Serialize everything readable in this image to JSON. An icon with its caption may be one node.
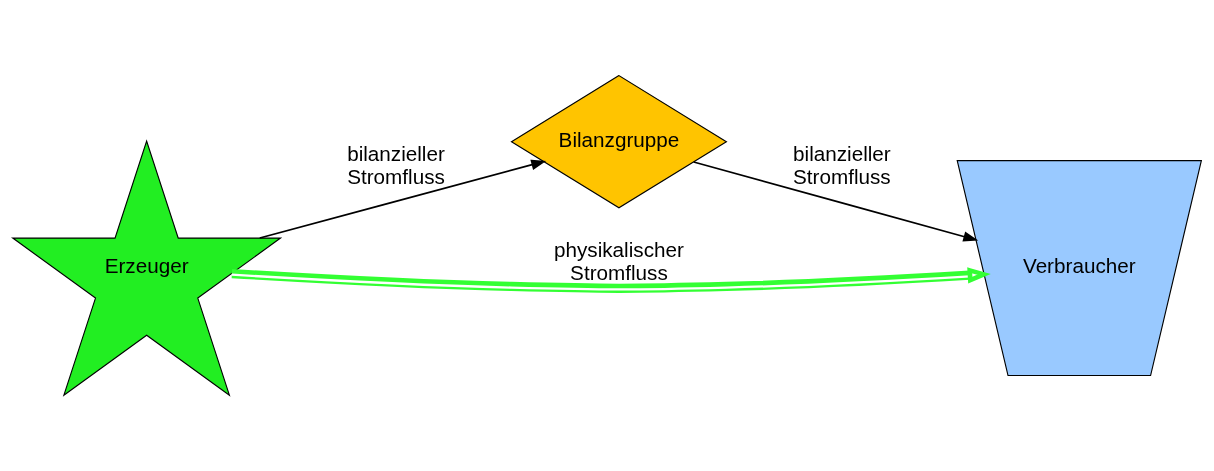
{
  "diagram": {
    "nodes": [
      {
        "text": [
          "Erzeuger"
        ]
      },
      {
        "text": [
          "Bilanzgruppe"
        ]
      },
      {
        "text": [
          "Verbraucher"
        ]
      }
    ],
    "edges": [
      {
        "from": 0,
        "to": 1,
        "arrow": "to",
        "label": "bilanzieller Stromfluss"
      },
      {
        "from": 1,
        "to": 2,
        "arrow": "to",
        "label": "bilanzieller Stromfluss"
      },
      {
        "from": 0,
        "to": 2,
        "arrow": "to",
        "label": "physikalischer Stromfluss",
        "style": "thick",
        "color": "#33ff33"
      }
    ]
  }
}
